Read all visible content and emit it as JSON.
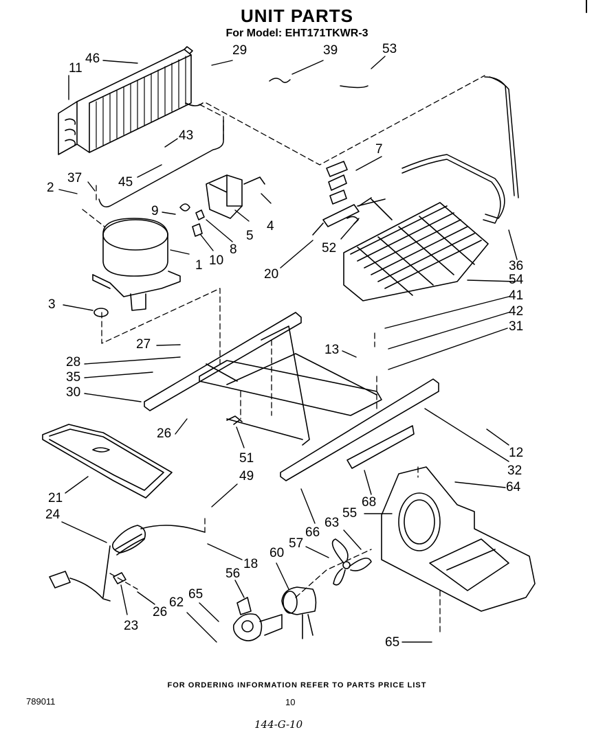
{
  "header": {
    "title": "UNIT PARTS",
    "subtitle": "For Model: EHT171TKWR-3"
  },
  "callouts": [
    {
      "id": "c46",
      "label": "46"
    },
    {
      "id": "c11",
      "label": "11"
    },
    {
      "id": "c29",
      "label": "29"
    },
    {
      "id": "c39",
      "label": "39"
    },
    {
      "id": "c53",
      "label": "53"
    },
    {
      "id": "c43",
      "label": "43"
    },
    {
      "id": "c45",
      "label": "45"
    },
    {
      "id": "c7",
      "label": "7"
    },
    {
      "id": "c2",
      "label": "2"
    },
    {
      "id": "c37",
      "label": "37"
    },
    {
      "id": "c9",
      "label": "9"
    },
    {
      "id": "c4",
      "label": "4"
    },
    {
      "id": "c5",
      "label": "5"
    },
    {
      "id": "c8",
      "label": "8"
    },
    {
      "id": "c1",
      "label": "1"
    },
    {
      "id": "c10",
      "label": "10"
    },
    {
      "id": "c52",
      "label": "52"
    },
    {
      "id": "c20",
      "label": "20"
    },
    {
      "id": "c36",
      "label": "36"
    },
    {
      "id": "c54",
      "label": "54"
    },
    {
      "id": "c3",
      "label": "3"
    },
    {
      "id": "c41",
      "label": "41"
    },
    {
      "id": "c42",
      "label": "42"
    },
    {
      "id": "c31",
      "label": "31"
    },
    {
      "id": "c27",
      "label": "27"
    },
    {
      "id": "c13",
      "label": "13"
    },
    {
      "id": "c28",
      "label": "28"
    },
    {
      "id": "c35",
      "label": "35"
    },
    {
      "id": "c30",
      "label": "30"
    },
    {
      "id": "c26a",
      "label": "26"
    },
    {
      "id": "c51",
      "label": "51"
    },
    {
      "id": "c12",
      "label": "12"
    },
    {
      "id": "c32",
      "label": "32"
    },
    {
      "id": "c21",
      "label": "21"
    },
    {
      "id": "c49",
      "label": "49"
    },
    {
      "id": "c64",
      "label": "64"
    },
    {
      "id": "c68",
      "label": "68"
    },
    {
      "id": "c24",
      "label": "24"
    },
    {
      "id": "c55",
      "label": "55"
    },
    {
      "id": "c66",
      "label": "66"
    },
    {
      "id": "c63",
      "label": "63"
    },
    {
      "id": "c57",
      "label": "57"
    },
    {
      "id": "c60",
      "label": "60"
    },
    {
      "id": "c18",
      "label": "18"
    },
    {
      "id": "c56",
      "label": "56"
    },
    {
      "id": "c65a",
      "label": "65"
    },
    {
      "id": "c62",
      "label": "62"
    },
    {
      "id": "c26b",
      "label": "26"
    },
    {
      "id": "c23",
      "label": "23"
    },
    {
      "id": "c65b",
      "label": "65"
    }
  ],
  "footer": {
    "note": "FOR ORDERING INFORMATION REFER TO PARTS PRICE LIST",
    "doc_code": "789011",
    "page_number": "10",
    "handwritten": "144-G-10"
  },
  "colors": {
    "ink": "#000000",
    "paper": "#ffffff"
  }
}
